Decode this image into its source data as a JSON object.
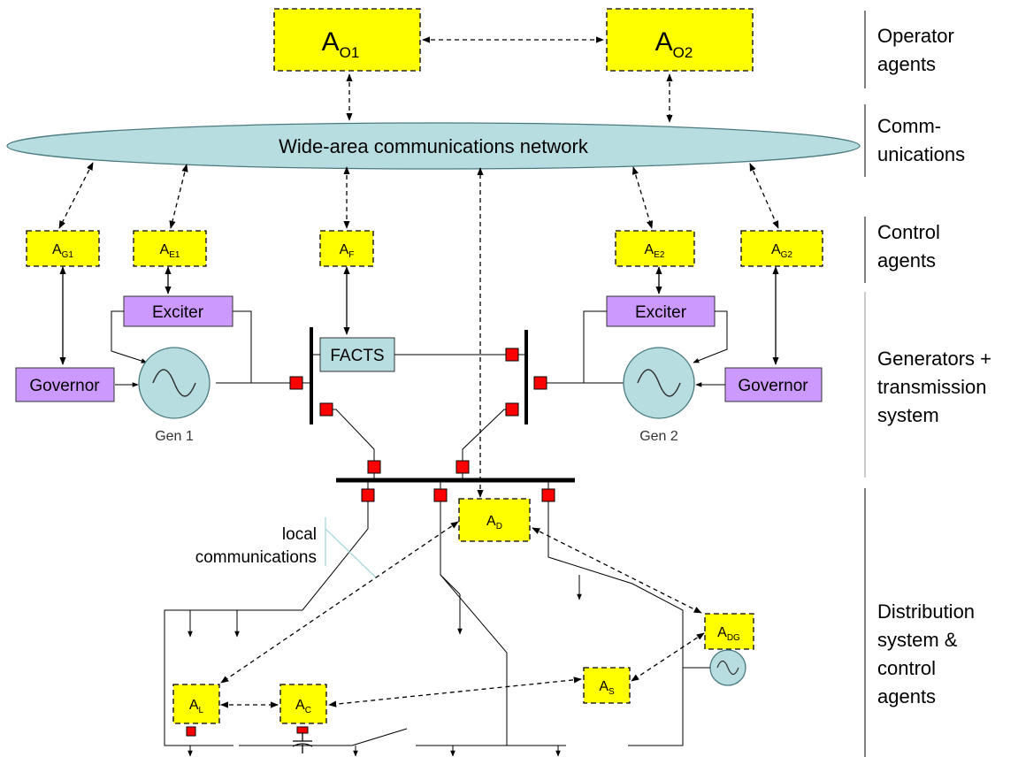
{
  "operator_agents": [
    {
      "base": "A",
      "sub": "O1"
    },
    {
      "base": "A",
      "sub": "O2"
    }
  ],
  "network_label": "Wide-area communications network",
  "control_agents": [
    {
      "base": "A",
      "sub": "G1"
    },
    {
      "base": "A",
      "sub": "E1"
    },
    {
      "base": "A",
      "sub": "F"
    },
    {
      "base": "A",
      "sub": "E2"
    },
    {
      "base": "A",
      "sub": "G2"
    }
  ],
  "exciter_labels": [
    "Exciter",
    "Exciter"
  ],
  "governor_labels": [
    "Governor",
    "Governor"
  ],
  "facts_label": "FACTS",
  "generator_labels": [
    "Gen 1",
    "Gen 2"
  ],
  "distribution_agents": [
    {
      "base": "A",
      "sub": "D"
    },
    {
      "base": "A",
      "sub": "DG"
    },
    {
      "base": "A",
      "sub": "S"
    },
    {
      "base": "A",
      "sub": "L"
    },
    {
      "base": "A",
      "sub": "C"
    }
  ],
  "local_comm_label": [
    "local",
    "communications"
  ],
  "side_labels": [
    {
      "lines": [
        "Operator",
        "agents"
      ]
    },
    {
      "lines": [
        "Comm-",
        "unications"
      ]
    },
    {
      "lines": [
        "Control",
        "agents"
      ]
    },
    {
      "lines": [
        "Generators +",
        "transmission",
        "system"
      ]
    },
    {
      "lines": [
        "Distribution",
        "system &",
        "control",
        "agents"
      ]
    }
  ],
  "colors": {
    "agent_fill": "#ffff00",
    "box_fill": "#cc99ff",
    "network_fill": "#b7dde0",
    "breaker": "#ff0000"
  }
}
